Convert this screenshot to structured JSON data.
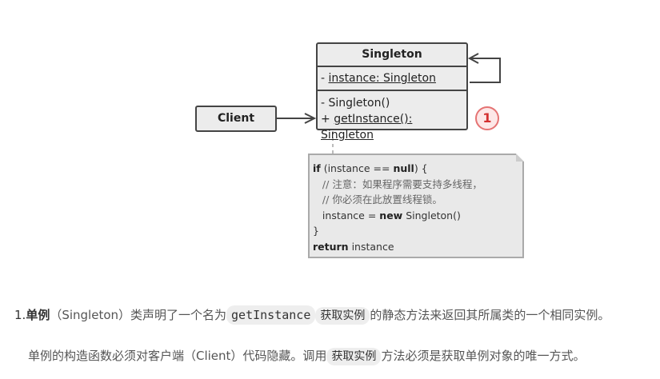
{
  "diagram": {
    "singleton": {
      "title": "Singleton",
      "field": "instance: Singleton",
      "field_prefix": "- ",
      "method1": "- Singleton()",
      "method2_prefix": "+ ",
      "method2": "getInstance(): Singleton"
    },
    "client": {
      "label": "Client"
    },
    "badge": "1",
    "note": {
      "l1_kw": "if",
      "l1_a": " (instance == ",
      "l1_kw2": "null",
      "l1_b": ") {",
      "l2": "   // 注意：如果程序需要支持多线程，",
      "l3": "   // 你必须在此放置线程锁。",
      "l4_a": "   instance = ",
      "l4_kw": "new",
      "l4_b": " Singleton()",
      "l5": "}",
      "l6_kw": "return",
      "l6_b": " instance"
    }
  },
  "text": {
    "item_number": "1.",
    "term": "单例",
    "p1_a": "（Singleton）类声明了一个名为",
    "p1_code": "getInstance",
    "p1_pill": "获取实例",
    "p1_b": "的静态方法来返回其所属类的一个相同实例。",
    "p2_a": "单例的构造函数必须对客户端（Client）代码隐藏。调用",
    "p2_pill": "获取实例",
    "p2_b": "方法必须是获取单例对象的唯一方式。"
  },
  "colors": {
    "badge_fill": "#fde7e7",
    "badge_stroke": "#e57373",
    "badge_text": "#d32f2f",
    "box_fill": "#ececec",
    "note_fill": "#e9e9e9"
  }
}
